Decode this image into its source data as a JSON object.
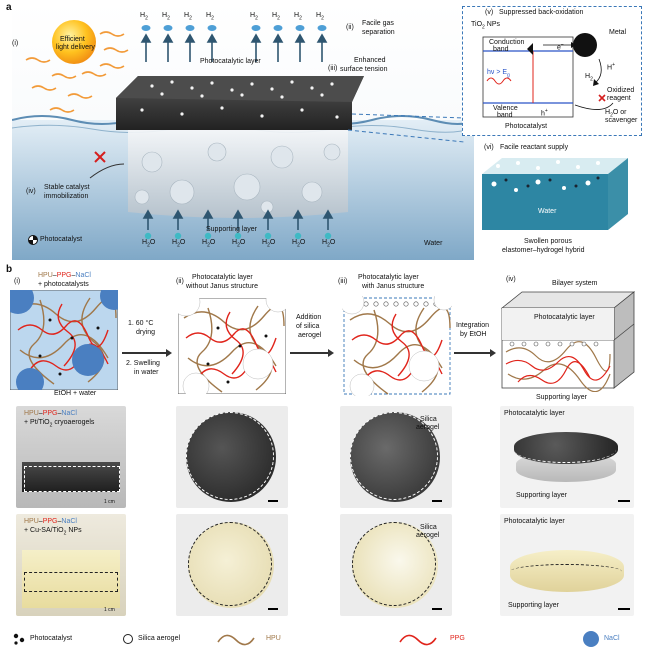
{
  "panel_a": {
    "letter": "a",
    "h2": "H",
    "h2_sub": "2",
    "h2o": "H",
    "h2o_sub": "2",
    "h2o_o": "O",
    "labels": {
      "i": "(i)",
      "i_text_1": "Efficient",
      "i_text_2": "light delivery",
      "ii": "(ii)",
      "ii_text_1": "Facile gas",
      "ii_text_2": "separation",
      "iii": "(iii)",
      "iii_text_1": "Enhanced",
      "iii_text_2": "surface tension",
      "iv": "(iv)",
      "iv_text_1": "Stable catalyst",
      "iv_text_2": "immobilization",
      "v": "(v)",
      "v_text": "Suppressed back-oxidation",
      "vi": "(vi)",
      "vi_text": "Facile reactant supply",
      "photocatalytic_layer": "Photocatalytic layer",
      "supporting_layer": "Supporting layer",
      "water": "Water",
      "photocatalyst_legend": "Photocatalyst",
      "hybrid_1": "Swollen porous",
      "hybrid_2": "elastomer–hydrogel hybrid",
      "hybrid_water": "Water"
    },
    "inset": {
      "tio2": "TiO",
      "tio2_sub": "2",
      "tio2_suffix": " NPs",
      "metal": "Metal",
      "cb_1": "Conduction",
      "cb_2": "band",
      "vb_1": "Valence",
      "vb_2": "band",
      "electron": "e",
      "hole": "h",
      "hv": "hν > E",
      "hv_sub": "g",
      "h_plus": "H",
      "h2": "H",
      "h2_sub": "2",
      "oxidized_1": "Oxidized",
      "oxidized_2": "reagent",
      "scav_1": "H",
      "scav_1b": "2",
      "scav_1c": "O or",
      "scav_2": "scavenger",
      "photocatalyst": "Photocatalyst"
    }
  },
  "panel_b": {
    "letter": "b",
    "i": "(i)",
    "title_hpu": "HPU",
    "title_dash1": "–",
    "title_ppg": "PPG",
    "title_dash2": "–",
    "title_nacl": "NaCl",
    "title_photocatalysts": "+ photocatalysts",
    "etoh_water": "EtOH + water",
    "step1": "1. 60 °C",
    "step1b": "drying",
    "step2": "2. Swelling",
    "step2b": "in water",
    "ii": "(ii)",
    "ii_text_1": "Photocatalytic layer",
    "ii_text_2": "without Janus structure",
    "addition_1": "Addition",
    "addition_2": "of silica",
    "addition_3": "aerogel",
    "iii": "(iii)",
    "iii_text_1": "Photocatalytic layer",
    "iii_text_2": "with Janus structure",
    "integration_1": "Integration",
    "integration_2": "by EtOH",
    "iv": "(iv)",
    "bilayer": "Bilayer system",
    "photocatalytic_layer": "Photocatalytic layer",
    "supporting_layer": "Supporting layer",
    "photo_row1": {
      "pt_tio2": "+ Pt/TiO",
      "pt_tio2_sub": "2",
      "pt_tio2_suffix": " cryoaerogels",
      "scale": "1 cm",
      "silica_1": "Silica",
      "silica_2": "aerogel",
      "photocatalytic_layer": "Photocatalytic layer",
      "supporting_layer": "Supporting layer"
    },
    "photo_row2": {
      "cu_sa": "+ Cu-SA/TiO",
      "cu_sa_sub": "2",
      "cu_sa_suffix": " NPs",
      "scale": "1 cm",
      "silica_1": "Silica",
      "silica_2": "aerogel",
      "photocatalytic_layer": "Photocatalytic layer",
      "supporting_layer": "Supporting layer"
    }
  },
  "legend": {
    "photocatalyst": "Photocatalyst",
    "silica_aerogel": "Silica aerogel",
    "hpu": "HPU",
    "ppg": "PPG",
    "nacl": "NaCl"
  },
  "colors": {
    "hpu": "#a0784a",
    "ppg": "#e0241b",
    "nacl": "#4a7fc1",
    "water_top": "#dce9f2",
    "water_bottom": "#7fa8c7",
    "dashed_blue": "#3b78b8"
  }
}
